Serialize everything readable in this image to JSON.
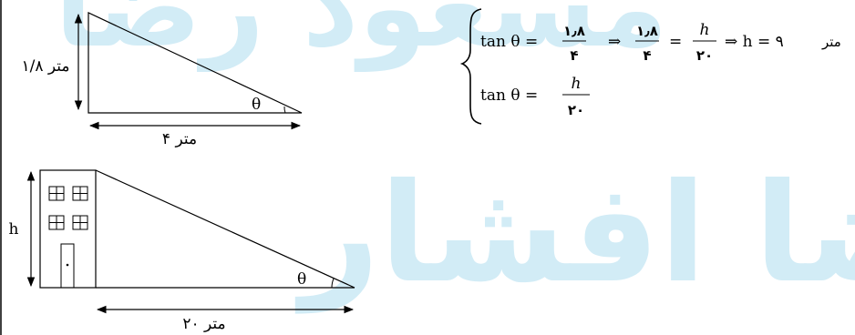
{
  "watermark": {
    "line1": "مسعود رضا",
    "line2": "میرضا افشار"
  },
  "figure_top": {
    "height_label": "۱/۸ متر",
    "base_label": "۴ متر",
    "angle_label": "θ"
  },
  "figure_bottom": {
    "height_label": "h",
    "base_label": "۲۰ متر",
    "angle_label": "θ"
  },
  "equations": {
    "eq1_lhs": "tan θ =",
    "eq1_num": "۱٫۸",
    "eq1_den": "۴",
    "implies1": "⇒",
    "eq1b_num": "۱٫۸",
    "eq1b_den": "۴",
    "eq1b_eq": "=",
    "eq1c_num": "h",
    "eq1c_den": "۲۰",
    "implies2": "⇒ h = ۹",
    "unit": "متر",
    "eq2_lhs": "tan θ =",
    "eq2_num": "h",
    "eq2_den": "۲۰"
  },
  "colors": {
    "watermark": "#7fc9e6",
    "ink": "#000000"
  }
}
